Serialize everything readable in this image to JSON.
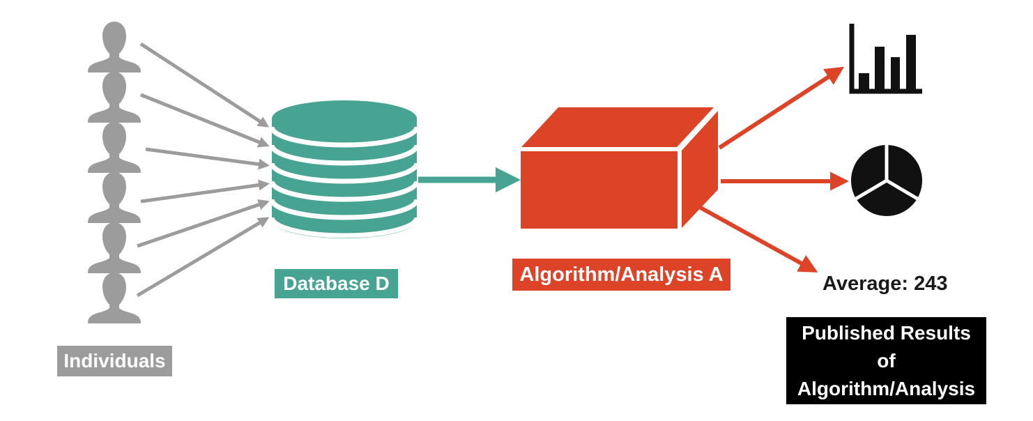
{
  "diagram": {
    "individuals": {
      "label": "Individuals",
      "count": 6,
      "icon": "person-icon"
    },
    "database": {
      "label": "Database D",
      "icon": "database-cylinder-icon",
      "disc_count": 6
    },
    "algorithm": {
      "label": "Algorithm/Analysis A",
      "icon": "3d-box-icon"
    },
    "outputs": {
      "bar_chart": {
        "icon": "bar-chart-icon"
      },
      "pie_chart": {
        "icon": "pie-chart-icon",
        "slices": 3
      },
      "average": {
        "label": "Average: 243"
      },
      "published": {
        "line1": "Published Results",
        "line2": "of",
        "line3": "Algorithm/Analysis"
      }
    },
    "flows": {
      "individuals_to_database_arrows": 6,
      "database_to_algorithm_arrows": 1,
      "algorithm_to_output_arrows": 3
    },
    "colors": {
      "gray": "#9C9C9C",
      "teal": "#47A493",
      "red": "#DC4327",
      "black": "#000000",
      "icon_black": "#111111",
      "text_black": "#1A1A1A",
      "white": "#FFFFFF"
    }
  }
}
